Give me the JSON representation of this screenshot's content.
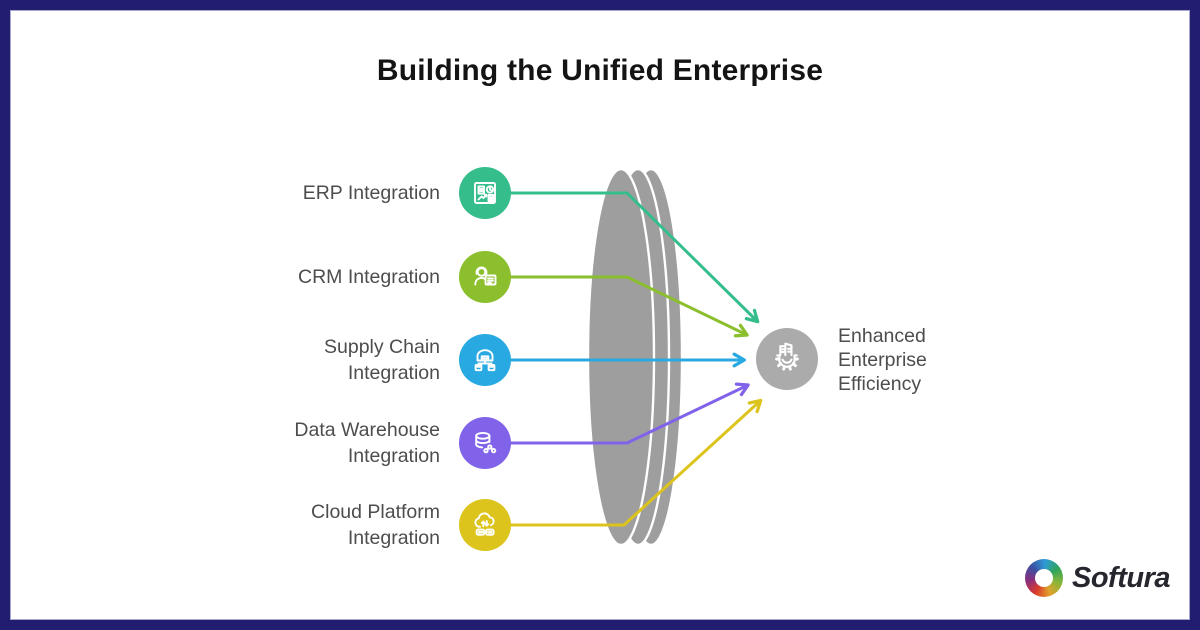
{
  "page": {
    "title": "Building the Unified Enterprise"
  },
  "diagram": {
    "sources": [
      {
        "label": "ERP Integration",
        "color": "#35bd8b",
        "icon": "erp-icon"
      },
      {
        "label": "CRM Integration",
        "color": "#8bbf2d",
        "icon": "crm-icon"
      },
      {
        "label": "Supply Chain\nIntegration",
        "color": "#29a9e1",
        "icon": "supply-chain-icon"
      },
      {
        "label": "Data Warehouse\nIntegration",
        "color": "#8163ea",
        "icon": "data-warehouse-icon"
      },
      {
        "label": "Cloud Platform\nIntegration",
        "color": "#dcc41d",
        "icon": "cloud-platform-icon"
      }
    ],
    "target": {
      "label": "Enhanced\nEnterprise\nEfficiency",
      "color": "#ababab",
      "icon": "gear-building-icon"
    },
    "lens_color": "#9e9e9e"
  },
  "branding": {
    "logo_text": "Softura"
  }
}
